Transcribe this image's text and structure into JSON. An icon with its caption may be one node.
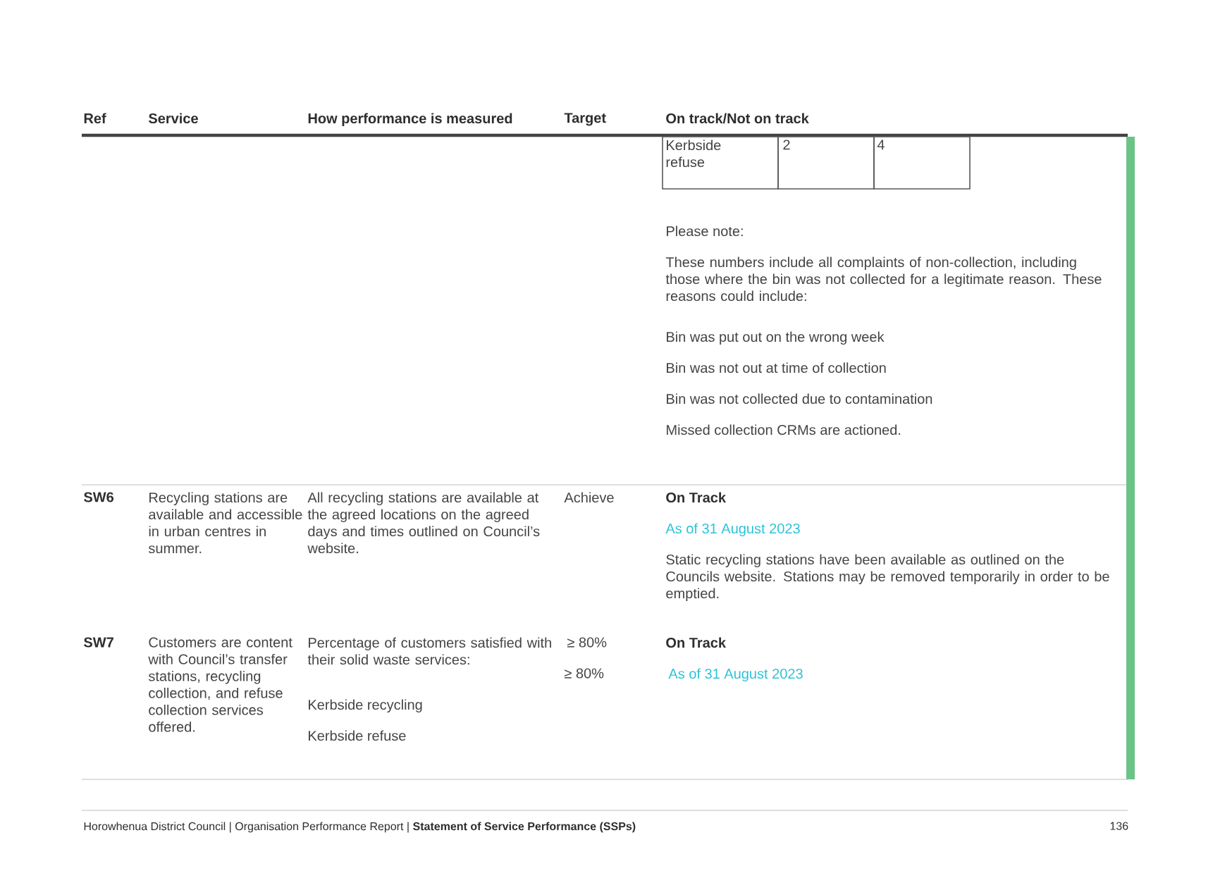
{
  "diagram": {
    "labels": [
      "Ref",
      "Service",
      "How performance is measured",
      "Target",
      "On track/Not on track",
      "Kerbside refuse",
      "2",
      "4",
      "Please note:",
      "These numbers include all complaints of non-collection, including those where the bin was not collected for a legitimate reason. These reasons could include:",
      "Bin was put out on the wrong week",
      "Bin was not out at time of collection",
      "Bin was not collected due to contamination",
      "Missed collection CRMs are actioned.",
      "SW6",
      "Recycling stations are available and accessible in urban centres in summer.",
      "All recycling stations are available at the agreed locations on the agreed days and times outlined on Council’s website.",
      "Achieve",
      "On Track",
      "As of 31 August 2023",
      "Static recycling stations have been available as outlined on the Councils website. Stations may be removed temporarily in order to be emptied.",
      "SW7",
      "Customers are content with Council’s transfer stations, recycling collection, and refuse collection services offered.",
      "Percentage of customers satisfied with their solid waste services:",
      "Kerbside recycling",
      "Kerbside refuse",
      "≥ 80%",
      "≥ 80%",
      "On Track",
      "As of 31 August 2023",
      "Horowhenua District Council | Organisation Performance Report | **Statement of Service Performance (SSPs)**",
      "136"
    ]
  }
}
